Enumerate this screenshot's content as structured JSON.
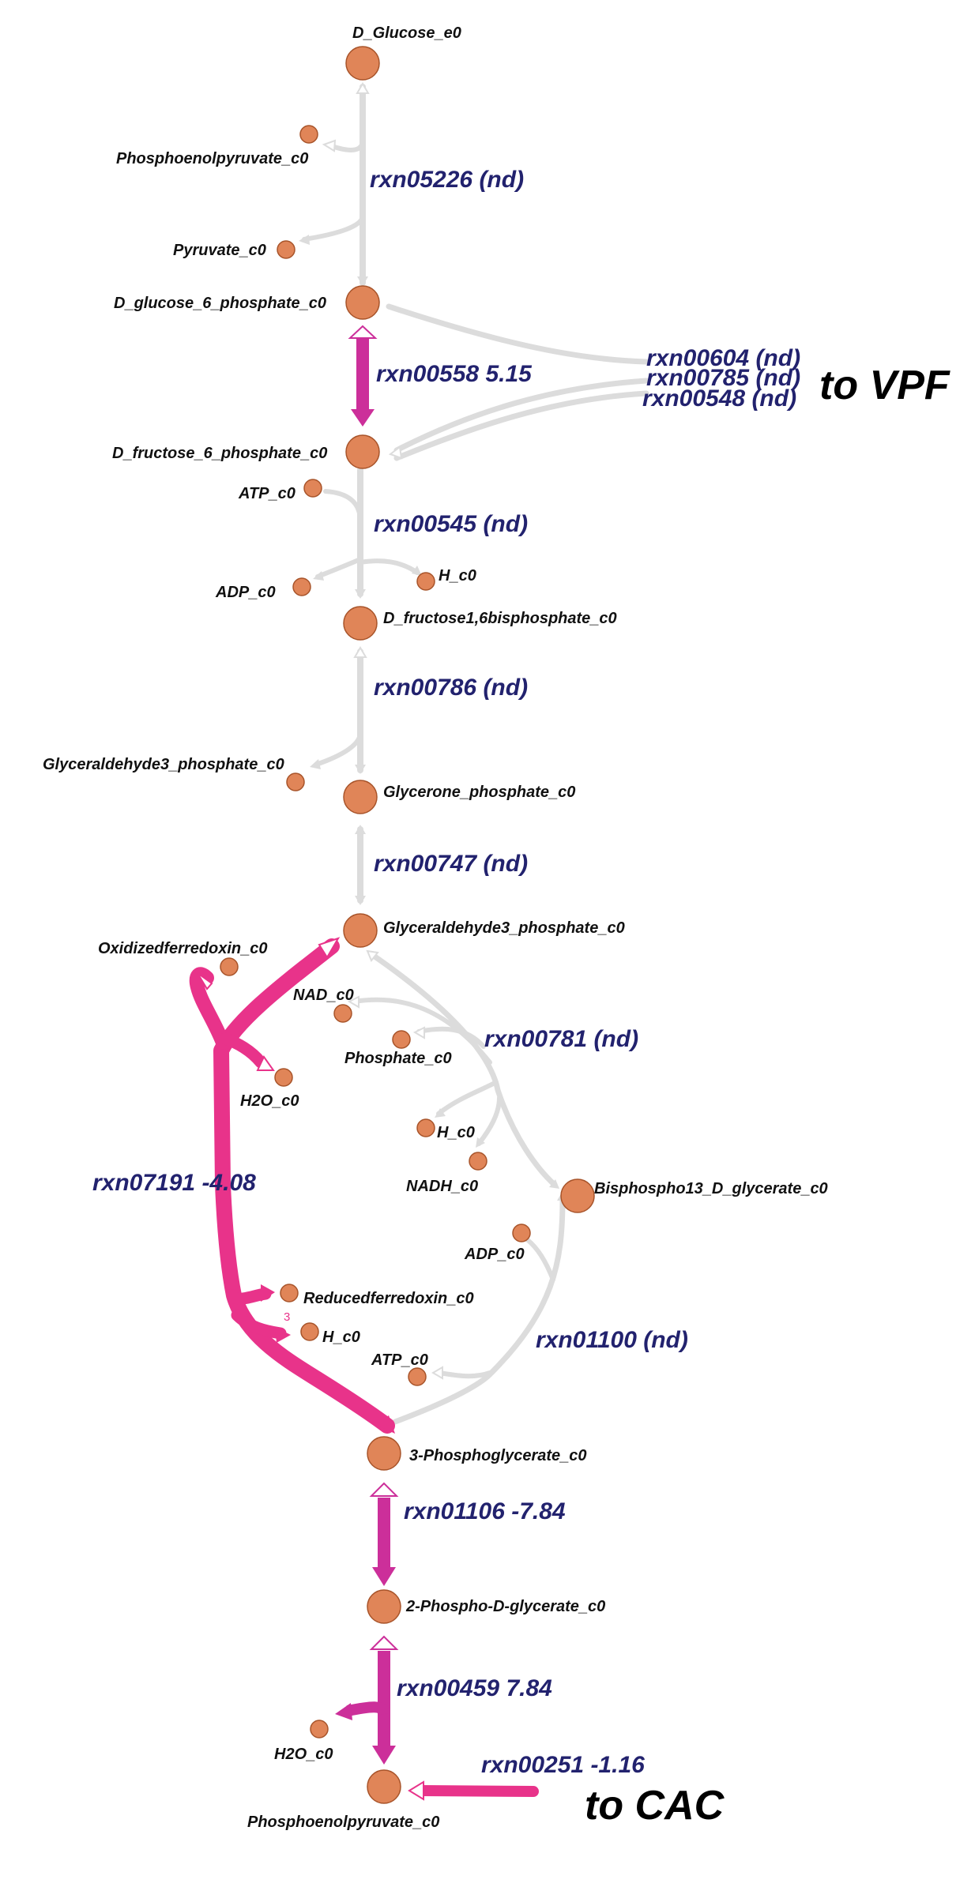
{
  "metabolites": {
    "d_glucose_e0": "D_Glucose_e0",
    "phosphoenolpyruvate_top": "Phosphoenolpyruvate_c0",
    "pyruvate": "Pyruvate_c0",
    "d_glucose_6_phosphate": "D_glucose_6_phosphate_c0",
    "d_fructose_6_phosphate": "D_fructose_6_phosphate_c0",
    "atp_1": "ATP_c0",
    "adp_1": "ADP_c0",
    "h_1": "H_c0",
    "d_fructose_16_bisphosphate": "D_fructose1,6bisphosphate_c0",
    "glyceraldehyde3_phosphate_left": "Glyceraldehyde3_phosphate_c0",
    "glycerone_phosphate": "Glycerone_phosphate_c0",
    "glyceraldehyde3_phosphate_main": "Glyceraldehyde3_phosphate_c0",
    "oxidized_ferredoxin": "Oxidizedferredoxin_c0",
    "nad": "NAD_c0",
    "phosphate": "Phosphate_c0",
    "h2o_1": "H2O_c0",
    "h_2": "H_c0",
    "nadh": "NADH_c0",
    "bisphospho13_d_glycerate": "Bisphospho13_D_glycerate_c0",
    "adp_2": "ADP_c0",
    "reduced_ferredoxin": "Reducedferredoxin_c0",
    "h_3": "H_c0",
    "atp_2": "ATP_c0",
    "phosphoglycerate_3": "3-Phosphoglycerate_c0",
    "phospho_d_glycerate_2": "2-Phospho-D-glycerate_c0",
    "h2o_2": "H2O_c0",
    "phosphoenolpyruvate_bottom": "Phosphoenolpyruvate_c0"
  },
  "reactions": {
    "rxn05226": "rxn05226 (nd)",
    "rxn00558": "rxn00558 5.15",
    "rxn00604": "rxn00604 (nd)",
    "rxn00785": "rxn00785 (nd)",
    "rxn00548": "rxn00548 (nd)",
    "rxn00545": "rxn00545 (nd)",
    "rxn00786": "rxn00786 (nd)",
    "rxn00747": "rxn00747 (nd)",
    "rxn00781": "rxn00781 (nd)",
    "rxn07191": "rxn07191 -4.08",
    "rxn01100": "rxn01100 (nd)",
    "rxn01106": "rxn01106 -7.84",
    "rxn00459": "rxn00459 7.84",
    "rxn00251": "rxn00251 -1.16"
  },
  "annotations": {
    "to_vpf": "to VPF",
    "to_cac": "to CAC",
    "stoich_3": "3"
  },
  "colors": {
    "node_fill": "#e08558",
    "node_stroke": "#a8542a",
    "inactive_edge": "#dcdcdc",
    "flux_pink": "#e8338a",
    "flux_magenta": "#cc2f9a",
    "reaction_label": "#22226e"
  }
}
